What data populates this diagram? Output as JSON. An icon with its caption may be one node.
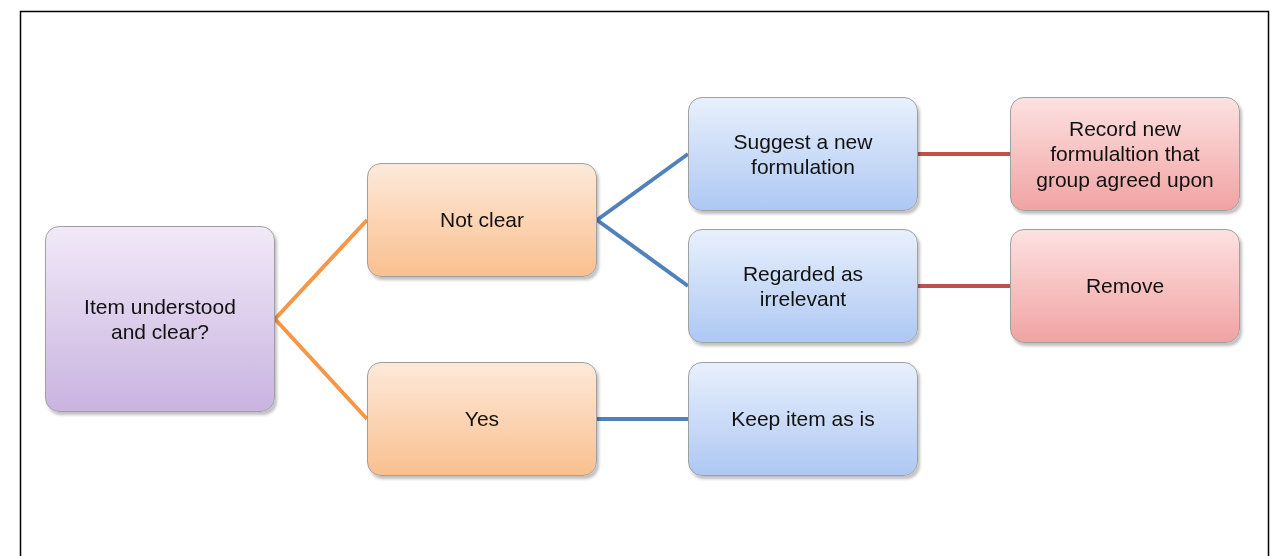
{
  "diagram": {
    "nodes": [
      {
        "text": [
          "Item understood and clear?"
        ]
      },
      {
        "text": [
          "Not clear"
        ]
      },
      {
        "text": [
          "Yes"
        ]
      },
      {
        "text": [
          "Suggest a new formulation"
        ]
      },
      {
        "text": [
          "Regarded as irrelevant"
        ]
      },
      {
        "text": [
          "Keep item as is"
        ]
      },
      {
        "text": [
          "Record new formulaltion that group agreed upon"
        ]
      },
      {
        "text": [
          "Remove"
        ]
      }
    ],
    "edges": [
      {
        "from": 0,
        "to": 1,
        "arrow": "none",
        "color": "#f79646"
      },
      {
        "from": 0,
        "to": 2,
        "arrow": "none",
        "color": "#f79646"
      },
      {
        "from": 1,
        "to": 3,
        "arrow": "none"
      },
      {
        "from": 1,
        "to": 4,
        "arrow": "none"
      },
      {
        "from": 2,
        "to": 5,
        "arrow": "none"
      },
      {
        "from": 3,
        "to": 6,
        "arrow": "none",
        "color": "#c0504d"
      },
      {
        "from": 4,
        "to": 7,
        "arrow": "none",
        "color": "#c0504d"
      }
    ]
  }
}
